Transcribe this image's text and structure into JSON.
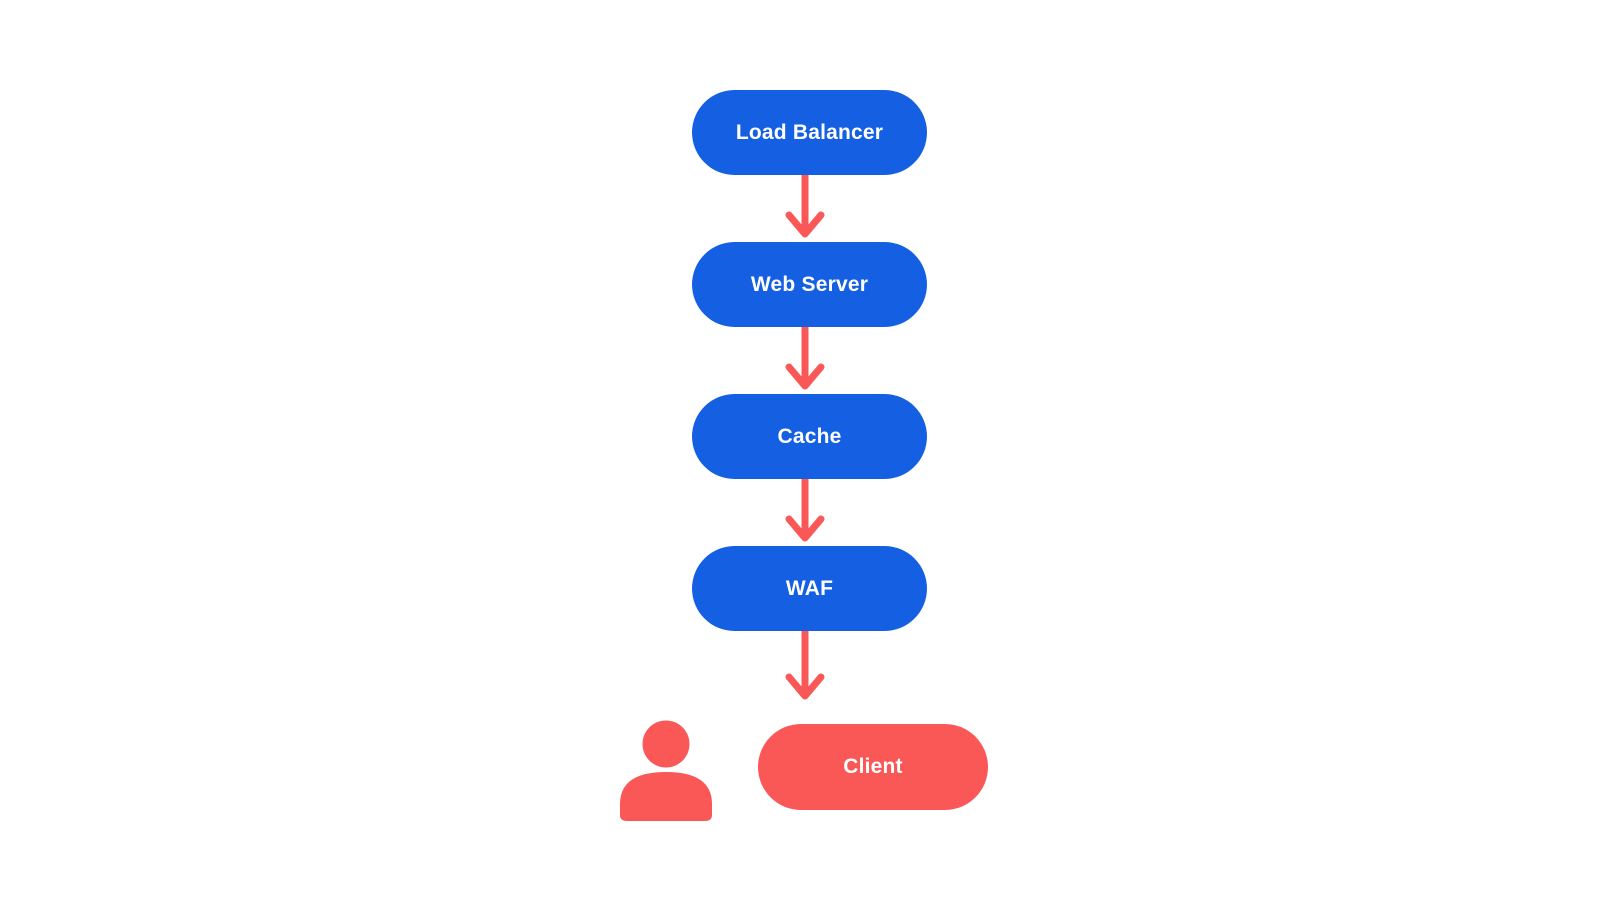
{
  "page": {
    "background": "#ffffff"
  },
  "colors": {
    "node_blue": "#1560e2",
    "accent_red": "#fa5757",
    "label_text": "#ffffff"
  },
  "diagram": {
    "type": "flowchart",
    "direction": "top-to-bottom",
    "nodes": [
      {
        "id": "load-balancer",
        "label": "Load Balancer",
        "shape": "pill",
        "color": "#1560e2"
      },
      {
        "id": "web-server",
        "label": "Web Server",
        "shape": "pill",
        "color": "#1560e2"
      },
      {
        "id": "cache",
        "label": "Cache",
        "shape": "pill",
        "color": "#1560e2"
      },
      {
        "id": "waf",
        "label": "WAF",
        "shape": "pill",
        "color": "#1560e2"
      },
      {
        "id": "client",
        "label": "Client",
        "shape": "pill",
        "color": "#fa5757"
      }
    ],
    "edges": [
      {
        "from": "load-balancer",
        "to": "web-server"
      },
      {
        "from": "web-server",
        "to": "cache"
      },
      {
        "from": "cache",
        "to": "waf"
      },
      {
        "from": "waf",
        "to": "client"
      }
    ],
    "edge_style": {
      "color": "#fa5757",
      "arrowhead": "chevron-down"
    },
    "icons": [
      {
        "name": "person-icon",
        "color": "#fa5757",
        "location": "left-of-client-node"
      }
    ]
  }
}
